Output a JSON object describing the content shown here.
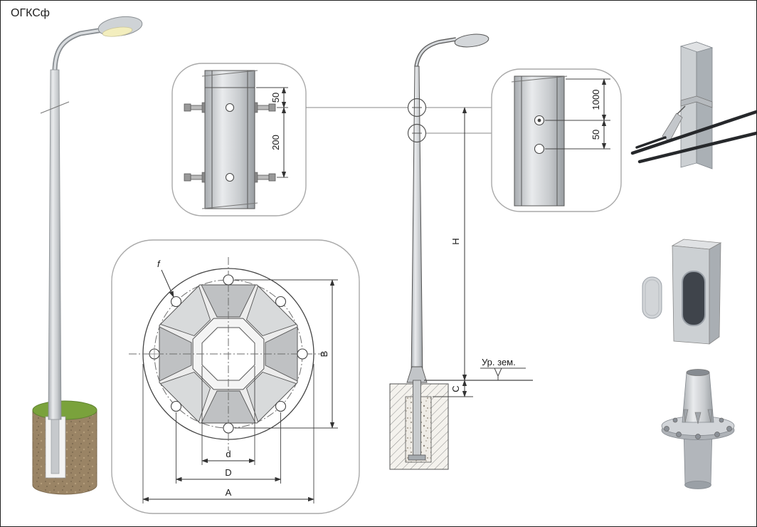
{
  "title": "ОГКСф",
  "colors": {
    "line": "#4a4a4a",
    "steel_light": "#e8eaec",
    "steel_dark": "#9fa3a7",
    "grass": "#7aa23c",
    "soil": "#9a8465"
  },
  "details": {
    "top_joint": {
      "dim_small": "50",
      "dim_large": "200"
    },
    "cable_entry": {
      "dim_large": "1000",
      "dim_small": "50"
    }
  },
  "flange": {
    "hole": "f",
    "height": "B",
    "inner": "d",
    "bolt_circle": "D",
    "outer": "A"
  },
  "elevation": {
    "height": "H",
    "embed": "C",
    "ground": "Ур. зем."
  }
}
